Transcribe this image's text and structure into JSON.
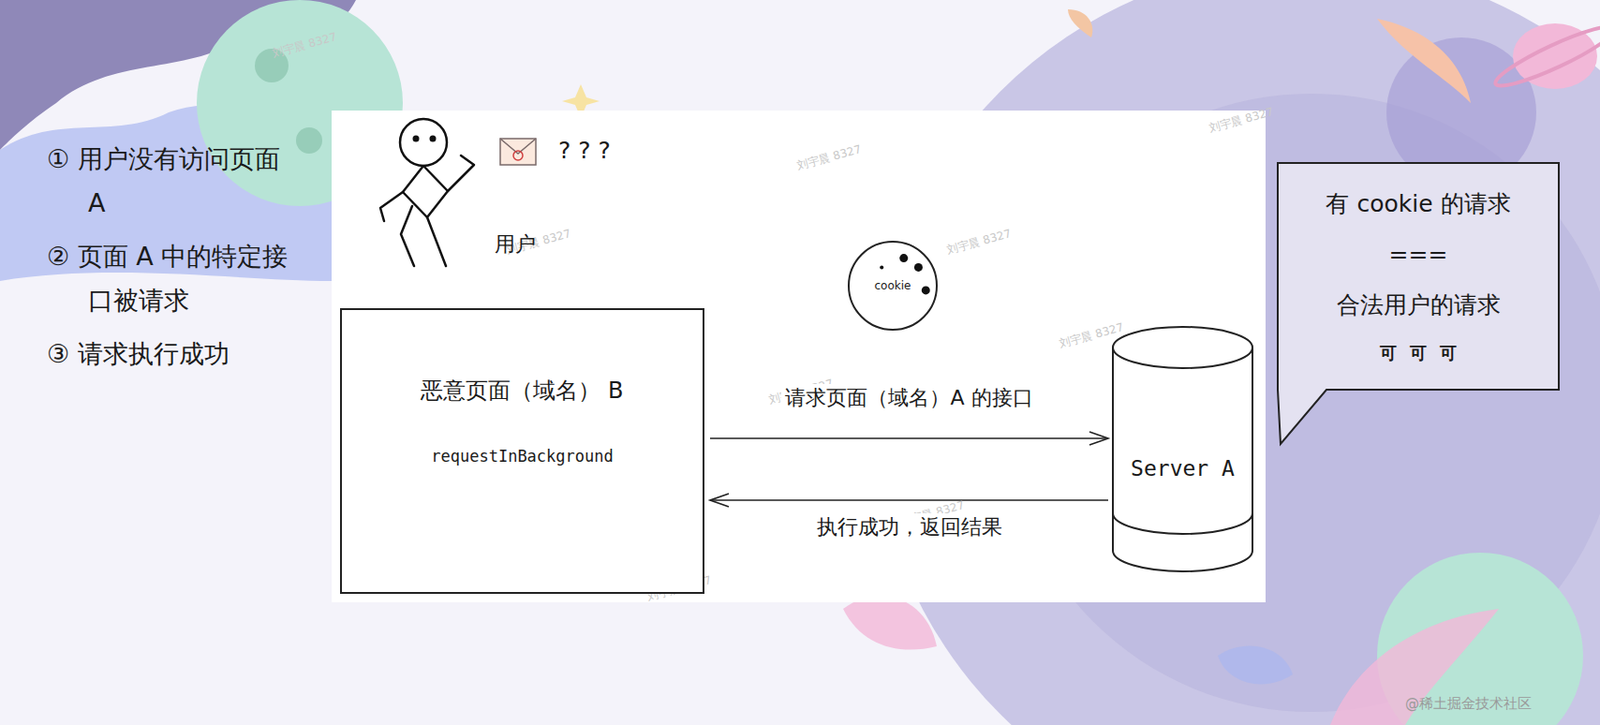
{
  "diagram": {
    "nodes": [
      {
        "text": [
          "cookie"
        ]
      },
      {
        "text": [
          "恶意页面（域名） B",
          "requestInBackground"
        ]
      },
      {
        "text": [
          "Server A"
        ]
      },
      {
        "text": [
          "有 cookie 的请求",
          "===",
          "合法用户的请求",
          "可可可"
        ]
      }
    ],
    "edges": [
      {
        "from": 1,
        "to": 2,
        "arrow": "to",
        "label": "请求页面（域名）A 的接口"
      },
      {
        "from": 2,
        "to": 1,
        "arrow": "to",
        "label": "执行成功，返回结果"
      }
    ],
    "labels": [
      "① 用户没有访问页面 A",
      "② 页面 A 中的特定接口被请求",
      "③ 请求执行成功",
      "? ? ?",
      "用户",
      "@稀土掘金技术社区",
      "刘宇晨 8327",
      "刘宇晨 8327",
      "刘宇晨 8327",
      "刘宇晨 8327",
      "刘宇晨 8327",
      "刘宇晨 8327",
      "刘宇晨 8327",
      "刘宇晨 8327",
      "刘宇晨 8327",
      "刘宇晨 8327",
      "刘宇晨 8327",
      "刘宇晨 8327"
    ]
  }
}
